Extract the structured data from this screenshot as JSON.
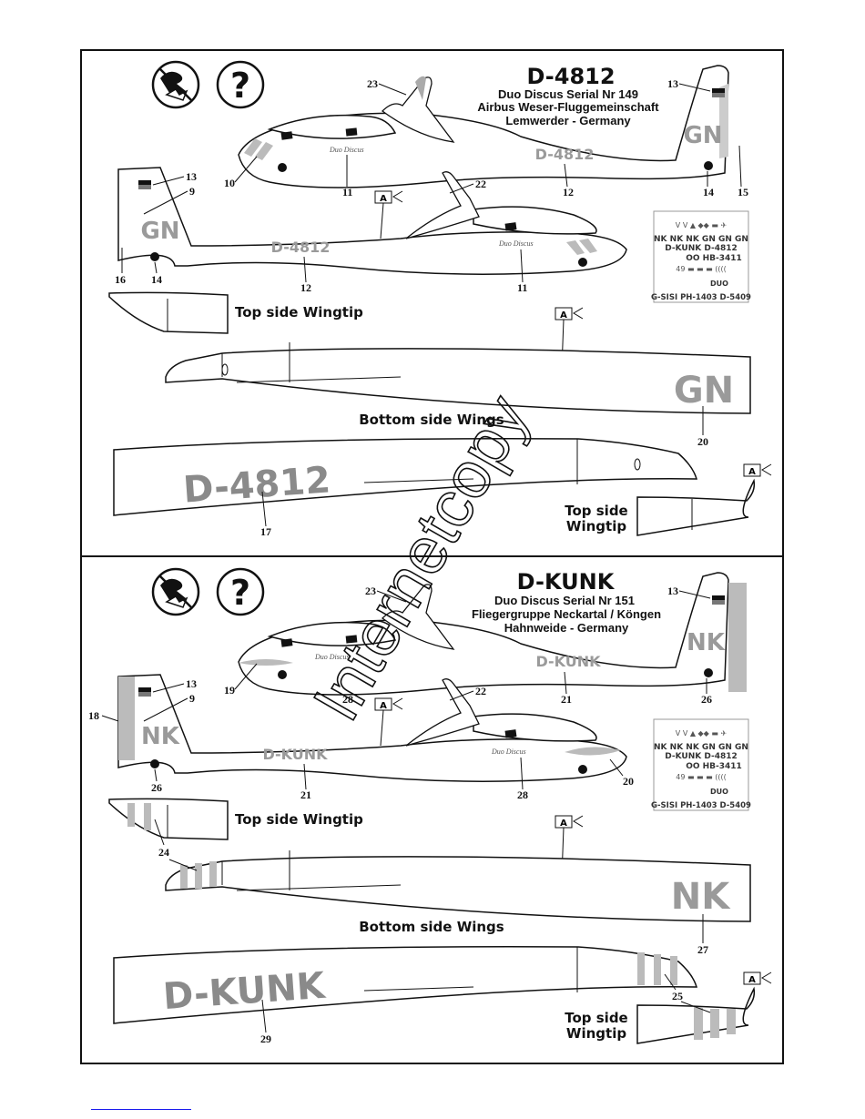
{
  "top": {
    "title": "D-4812",
    "line1": "Duo Discus   Serial Nr 149",
    "line2": "Airbus Weser-Fluggemeinschaft",
    "line3": "Lemwerder - Germany",
    "reg": "D-4812",
    "tail_code": "GN",
    "wing_code": "GN",
    "wing_reg": "D-4812",
    "labels": {
      "top_wingtip": "Top side Wingtip",
      "bottom_wings": "Bottom side Wings",
      "top_side": "Top side",
      "wingtip": "Wingtip"
    },
    "callouts": {
      "n23": "23",
      "n13a": "13",
      "n10": "10",
      "n11a": "11",
      "n12a": "12",
      "n14a": "14",
      "n15": "15",
      "n13b": "13",
      "n9": "9",
      "n22": "22",
      "n16": "16",
      "n14b": "14",
      "n12b": "12",
      "n11b": "11",
      "n20": "20",
      "n17": "17"
    }
  },
  "bottom": {
    "title": "D-KUNK",
    "line1": "Duo Discus   Serial Nr 151",
    "line2": "Fliegergruppe Neckartal / Köngen",
    "line3": "Hahnweide - Germany",
    "reg": "D-KUNK",
    "tail_code": "NK",
    "wing_code": "NK",
    "wing_reg": "D-KUNK",
    "labels": {
      "top_wingtip": "Top side Wingtip",
      "bottom_wings": "Bottom side Wings",
      "top_side": "Top side",
      "wingtip": "Wingtip"
    },
    "callouts": {
      "n23": "23",
      "n13a": "13",
      "n19": "19",
      "n28a": "28",
      "n21a": "21",
      "n26a": "26",
      "n13b": "13",
      "n9": "9",
      "n18": "18",
      "n22": "22",
      "n26b": "26",
      "n21b": "21",
      "n28b": "28",
      "n20": "20",
      "n24": "24",
      "n27": "27",
      "n25": "25",
      "n29": "29"
    }
  },
  "marker": "A",
  "watermark": "Internetcopy",
  "decal_sheet": {
    "codes": "NK NK NK GN GN GN",
    "regs": "D-KUNK D-4812",
    "alt": "OO HB-3411",
    "bottom": "G-SISI PH-1403 D-5409",
    "duo": "DUO"
  },
  "colors": {
    "gray": "#9a9a9a",
    "ink": "#111111"
  }
}
